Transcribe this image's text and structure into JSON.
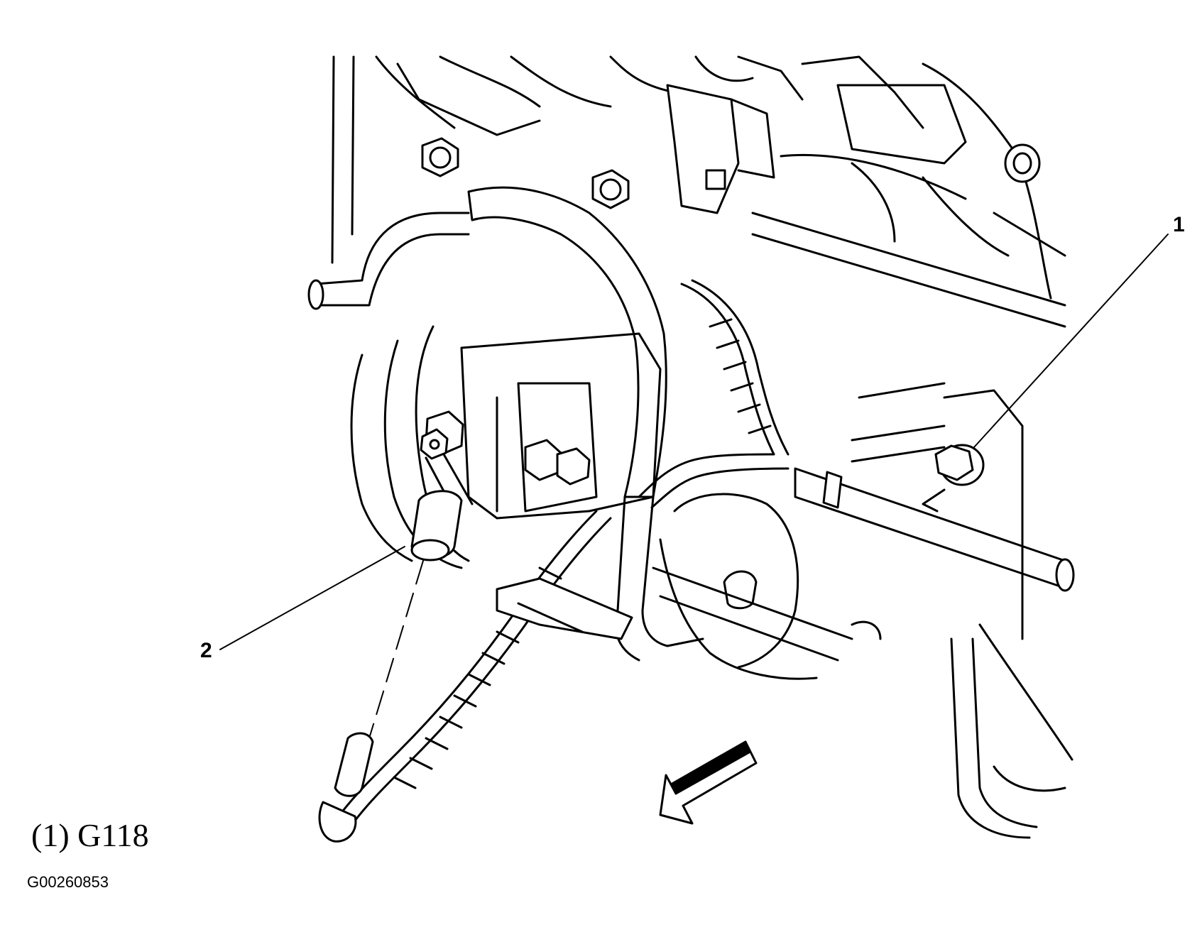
{
  "callouts": {
    "one": "1",
    "two": "2"
  },
  "caption": "(1) G118",
  "figure_code": "G00260853"
}
